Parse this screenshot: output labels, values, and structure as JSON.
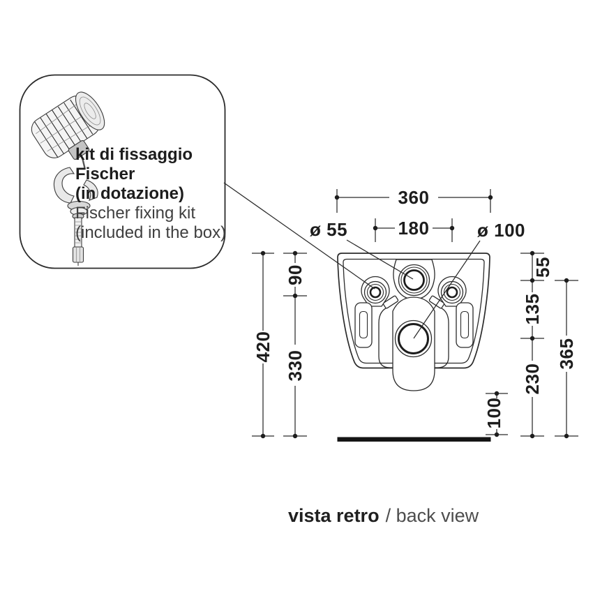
{
  "page": {
    "background": "#ffffff",
    "ink_color": "#2b2b2b",
    "text_dark": "#1d1d1d",
    "text_muted": "#3f3f3f",
    "caption_muted": "#4d4d4d"
  },
  "callout": {
    "icon": "fischer-anchor-illustration",
    "lines_bold": [
      "kit di fissaggio",
      "Fischer",
      "(in dotazione)"
    ],
    "lines_regular": [
      "Fischer fixing kit",
      "(included in the box)"
    ]
  },
  "diagram": {
    "view": "back view of wall-hung WC with fixing and connection dimensions",
    "dimensions": {
      "overall_width": "360",
      "fixing_holes_spacing": "180",
      "inlet_diameter": "ø 55",
      "outlet_diameter": "ø 100",
      "top_to_fixing_holes": "90",
      "overall_height": "420",
      "fixing_holes_to_floor": "330",
      "top_to_inlet": "55",
      "inlet_to_outlet": "135",
      "outlet_to_floor": "230",
      "inlet_to_floor": "365",
      "outlet_boss_to_floor": "100"
    }
  },
  "caption": {
    "primary": "vista retro",
    "secondary": "/ back view"
  }
}
